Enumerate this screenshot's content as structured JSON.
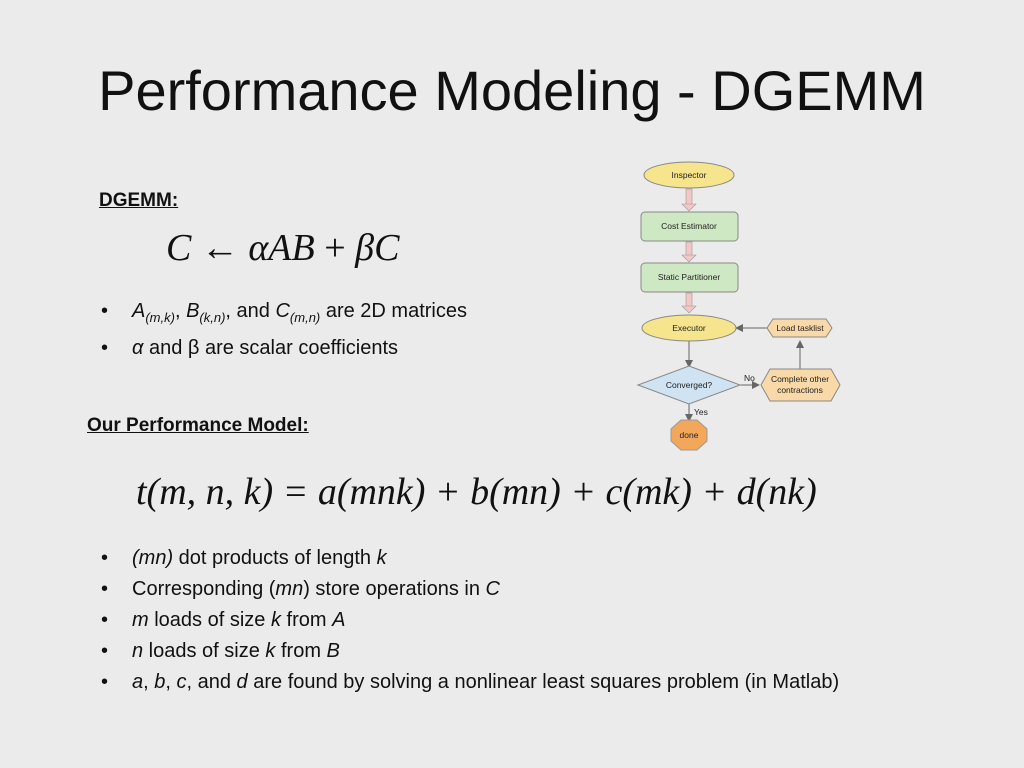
{
  "slide": {
    "title": "Performance Modeling - DGEMM"
  },
  "dgemm": {
    "heading": "DGEMM:",
    "equation": {
      "lhs": "C",
      "arrow": "←",
      "rhs_alpha": "αAB",
      "plus": "+",
      "rhs_beta": "βC"
    },
    "bullets": {
      "b1": {
        "a": "A",
        "a_sub": "(m,k)",
        "sep1": ", ",
        "b": "B",
        "b_sub": "(k,n)",
        "sep2": ", and ",
        "c": "C",
        "c_sub": "(m,n)",
        "tail": " are 2D matrices"
      },
      "b2": {
        "alpha": "α",
        "tail": " and β are scalar coefficients"
      }
    }
  },
  "model": {
    "heading": "Our Performance Model:",
    "equation": "t(m, n, k) = a(mnk) + b(mn) + c(mk) + d(nk)",
    "bullets": {
      "b1": {
        "i1": "(mn)",
        "t1": " dot products of length ",
        "i2": "k"
      },
      "b2": {
        "t1": "Corresponding (",
        "i1": "mn",
        "t2": ") store operations in ",
        "i2": "C"
      },
      "b3": {
        "i1": "m",
        "t1": " loads of size ",
        "i2": "k",
        "t2": " from ",
        "i3": "A"
      },
      "b4": {
        "i1": "n",
        "t1": " loads of size ",
        "i2": "k",
        "t2": " from ",
        "i3": "B"
      },
      "b5": {
        "i1": "a",
        "t1": ", ",
        "i2": "b",
        "t2": ", ",
        "i3": "c",
        "t3": ", and ",
        "i4": "d",
        "t4": " are found by solving a nonlinear least squares problem (in Matlab)"
      }
    }
  },
  "flowchart": {
    "inspector": "Inspector",
    "cost_estimator": "Cost Estimator",
    "static_partitioner": "Static Partitioner",
    "executor": "Executor",
    "load_tasklist": "Load tasklist",
    "converged": "Converged?",
    "no_label": "No",
    "yes_label": "Yes",
    "complete_other_l1": "Complete other",
    "complete_other_l2": "contractions",
    "done": "done",
    "colors": {
      "yellow": "#f6e58d",
      "green": "#cfe8c4",
      "orange_light": "#f9d9a8",
      "blue": "#cfe3f2",
      "orange": "#f3a75a",
      "arrow_pink": "#f4c6c6"
    }
  }
}
